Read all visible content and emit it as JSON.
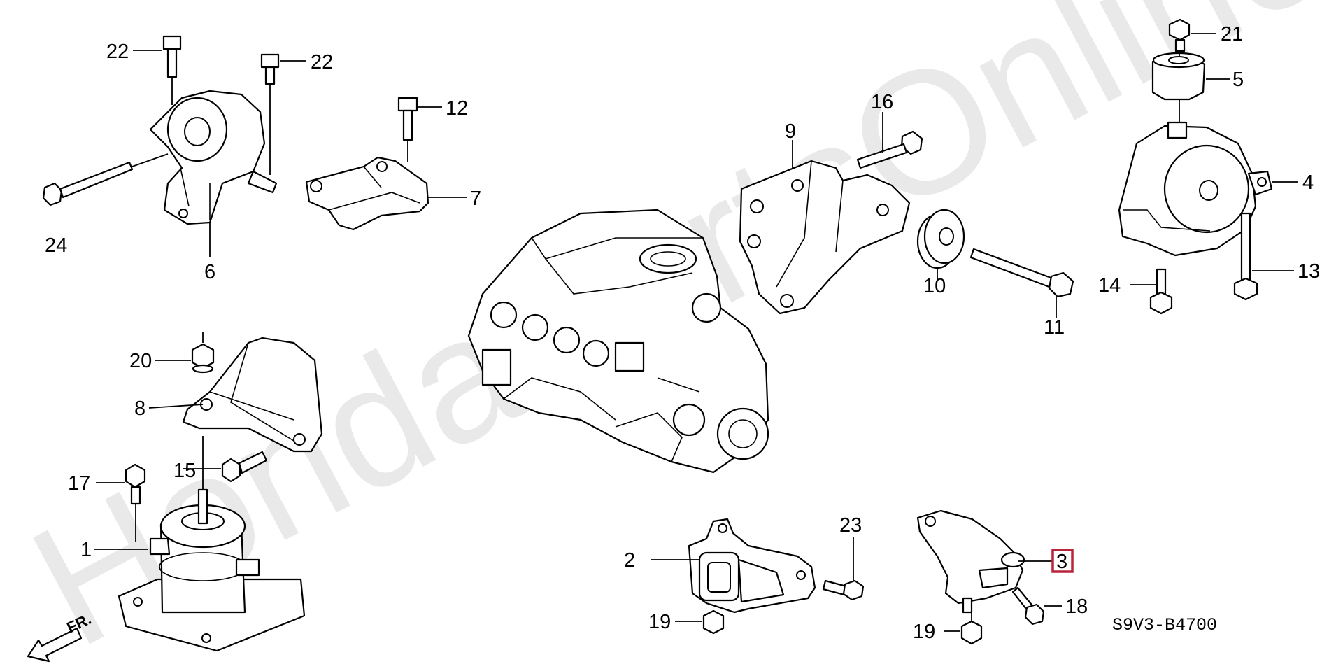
{
  "diagram": {
    "watermark": "HondaPartsOnline.ru",
    "diagram_code": "S9V3-B4700",
    "direction_label": "FR.",
    "highlight_color": "#b8243c",
    "callouts": {
      "c1": "1",
      "c2": "2",
      "c3": "3",
      "c4": "4",
      "c5": "5",
      "c6": "6",
      "c7": "7",
      "c8": "8",
      "c9": "9",
      "c10": "10",
      "c11": "11",
      "c12": "12",
      "c13": "13",
      "c14": "14",
      "c15": "15",
      "c16": "16",
      "c17": "17",
      "c18": "18",
      "c19a": "19",
      "c19b": "19",
      "c20": "20",
      "c21": "21",
      "c22a": "22",
      "c22b": "22",
      "c23": "23",
      "c24": "24"
    }
  }
}
